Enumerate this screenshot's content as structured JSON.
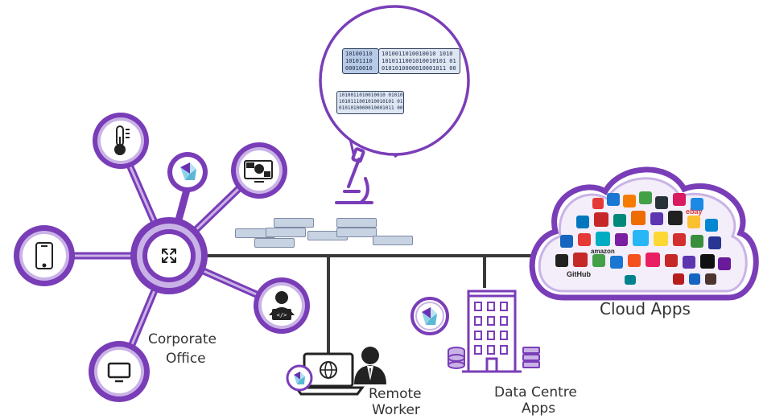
{
  "labels": {
    "corporate_office": [
      "Corporate",
      "Office"
    ],
    "remote_worker": [
      "Remote",
      "Worker"
    ],
    "data_centre_apps": [
      "Data Centre",
      "Apps"
    ],
    "cloud_apps": "Cloud Apps"
  },
  "binary_zoom": {
    "main_left": [
      "10100110",
      "10101110",
      "00010010"
    ],
    "main_right": [
      "1010011010010010 1010",
      "1010111001010010101 01",
      "0101010000010001011 00"
    ],
    "secondary": [
      "1010011010010010 01010",
      "1010111001010010101 01",
      "0101010000010001011 00"
    ]
  },
  "cloud_brand_labels": [
    "GitHub",
    "amazon",
    "ebay"
  ],
  "colors": {
    "purple": "#7a3db8",
    "purple_light": "#c9b3e6",
    "line": "#3a3a3a",
    "text": "#333333"
  },
  "icons": {
    "hub": "router-arrows-icon",
    "spokes": [
      "thermometer-icon",
      "app-logo-icon",
      "monitor-dashboard-icon",
      "smartphone-icon",
      "developer-person-icon",
      "desktop-monitor-icon"
    ],
    "microscope": "microscope-icon",
    "remote": [
      "laptop-globe-icon",
      "businessman-icon",
      "app-logo-icon"
    ],
    "datacentre": [
      "building-icon",
      "database-icon",
      "server-icon",
      "app-logo-icon"
    ]
  }
}
